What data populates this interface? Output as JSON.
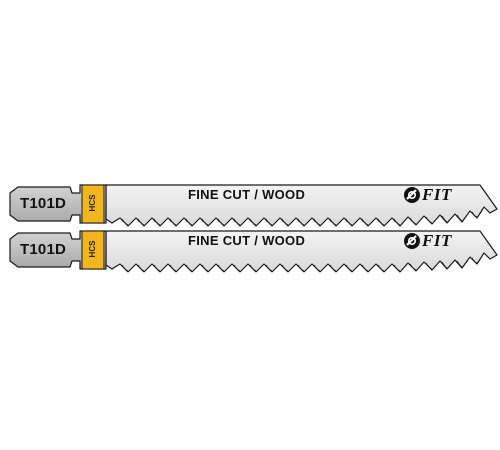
{
  "blades": [
    {
      "code": "T101D",
      "material": "HCS",
      "application": "FINE CUT / WOOD",
      "brand": "FIT",
      "brand_icon": "fit-logo-icon"
    },
    {
      "code": "T101D",
      "material": "HCS",
      "application": "FINE CUT / WOOD",
      "brand": "FIT",
      "brand_icon": "fit-logo-icon"
    }
  ],
  "colors": {
    "blade_fill": "#e6e6e6",
    "blade_stroke": "#1a1a1a",
    "shank_fill": "#bdbdbd",
    "band_fill": "#f2b51c"
  }
}
